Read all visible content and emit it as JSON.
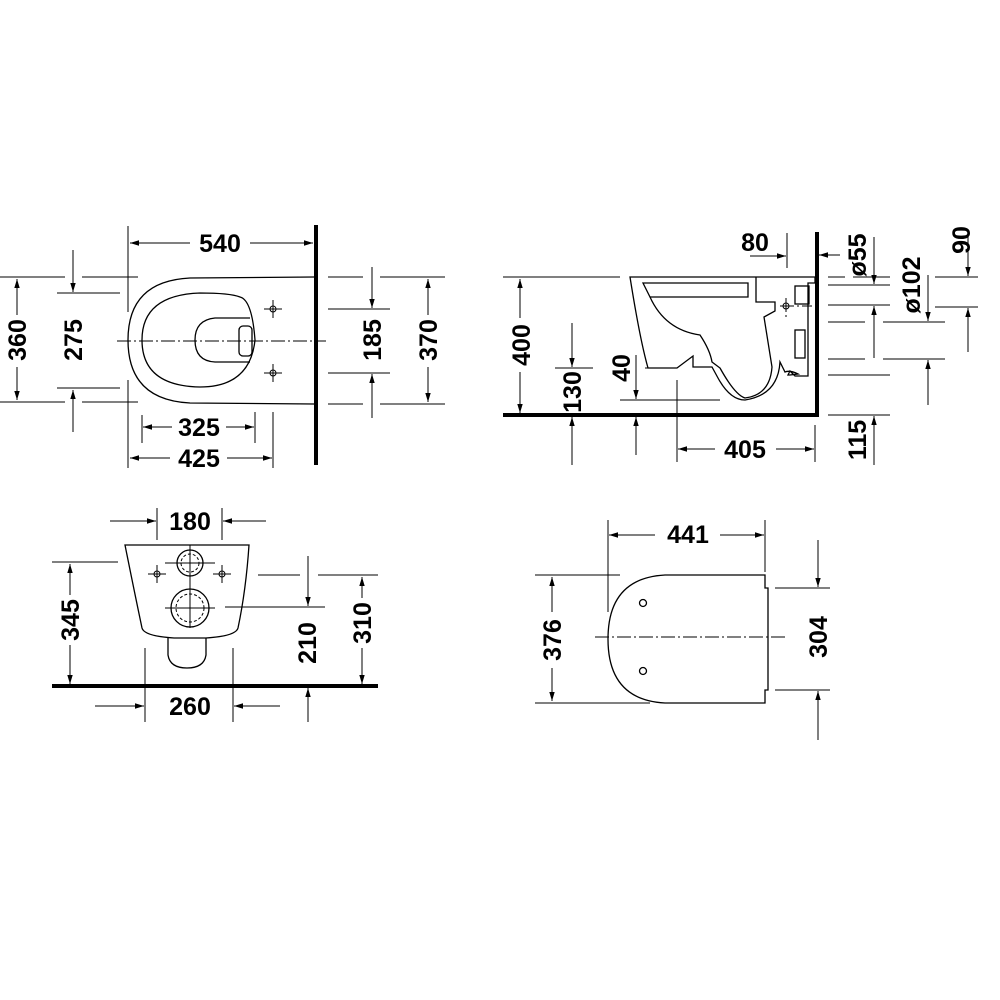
{
  "colors": {
    "line": "#000000",
    "background": "#ffffff"
  },
  "top_view": {
    "overall_length": "540",
    "width_a": "360",
    "width_b": "275",
    "fixing_spacing": "185",
    "wall_width": "370",
    "seat_length": "325",
    "bowl_length": "425"
  },
  "side_view": {
    "height": "400",
    "rim_height_130": "130",
    "offset_40": "40",
    "projection": "405",
    "wall_80": "80",
    "dia_55": "ø55",
    "dia_102": "ø102",
    "dim_90": "90",
    "dim_115": "115"
  },
  "front_view": {
    "hole_spacing": "180",
    "height": "345",
    "outlet_height": "210",
    "fixing_height": "310",
    "base_width": "260"
  },
  "seat_view": {
    "length": "441",
    "width": "376",
    "fixing_spacing": "304"
  }
}
